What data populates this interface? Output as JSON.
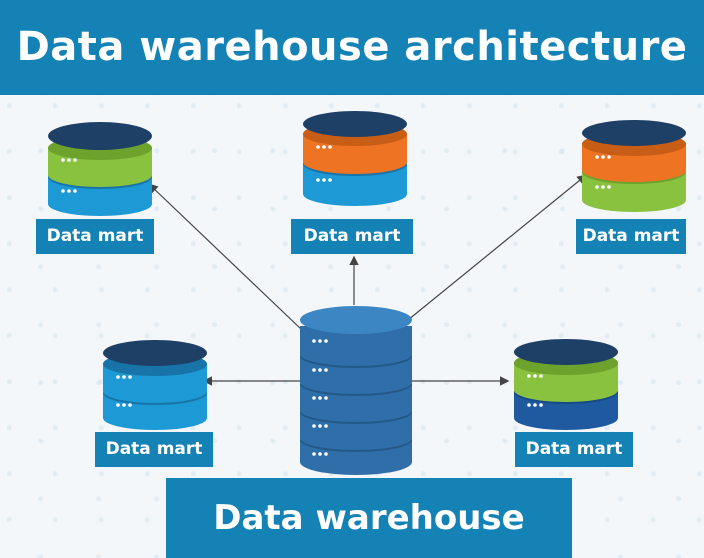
{
  "header": {
    "title": "Data warehouse architecture"
  },
  "data_marts": [
    {
      "label": "Data mart",
      "colors": {
        "top": "#1e3f66",
        "middle": "#88c23f",
        "bottom": "#1d9ad6"
      }
    },
    {
      "label": "Data mart",
      "colors": {
        "top": "#1e3f66",
        "middle": "#ee7424",
        "bottom": "#1d9ad6"
      }
    },
    {
      "label": "Data mart",
      "colors": {
        "top": "#1e3f66",
        "middle": "#ee7424",
        "bottom": "#88c23f"
      }
    },
    {
      "label": "Data mart",
      "colors": {
        "top": "#1e3f66",
        "middle": "#1d9ad6",
        "bottom": "#1d9ad6"
      }
    },
    {
      "label": "Data mart",
      "colors": {
        "top": "#1e3f66",
        "middle": "#88c23f",
        "bottom": "#1f5aa0"
      }
    }
  ],
  "warehouse": {
    "label": "Data warehouse",
    "color": "#2f6ea8"
  },
  "colors": {
    "accent": "#1582b6",
    "arrow": "#444444"
  }
}
